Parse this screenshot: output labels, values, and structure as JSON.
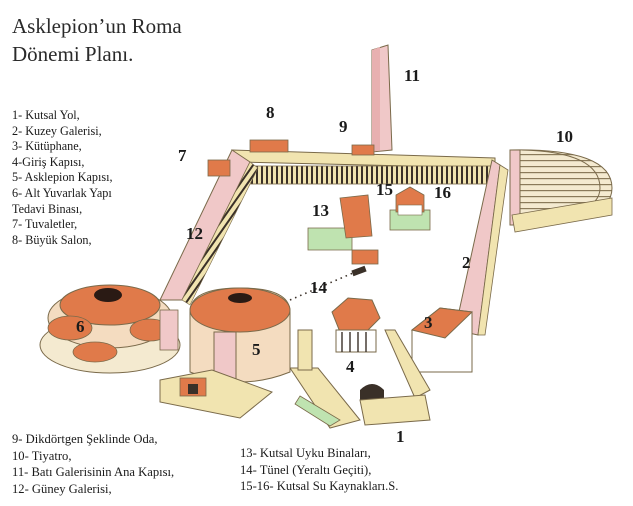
{
  "title": {
    "line1": "Asklepion’un Roma",
    "line2": "Dönemi Planı."
  },
  "legend_left": [
    "1- Kutsal Yol,",
    "2- Kuzey Galerisi,",
    "3- Kütüphane,",
    "4-Giriş Kapısı,",
    "5- Asklepion Kapısı,",
    "6- Alt Yuvarlak Yapı",
    "Tedavi Binası,",
    "7- Tuvaletler,",
    "8- Büyük Salon,"
  ],
  "legend_bottom_left": [
    "9- Dikdörtgen Şeklinde Oda,",
    "10- Tiyatro,",
    "11- Batı Galerisinin Ana Kapısı,",
    "12- Güney Galerisi,"
  ],
  "legend_bottom_right": [
    "13- Kutsal Uyku Binaları,",
    "14- Tünel (Yeraltı Geçiti),",
    "15-16- Kutsal Su Kaynakları.S."
  ],
  "map_numbers": [
    "1",
    "2",
    "3",
    "4",
    "5",
    "6",
    "7",
    "8",
    "9",
    "10",
    "11",
    "12",
    "13",
    "14",
    "15",
    "16"
  ],
  "colors": {
    "wall": "#f1e4b0",
    "wall_edge": "#7a6a4a",
    "roof": "#e07a4a",
    "dome": "#2a1a14",
    "pink": "#f0c8c8",
    "green": "#bfe3b0",
    "column": "#3a3028"
  }
}
